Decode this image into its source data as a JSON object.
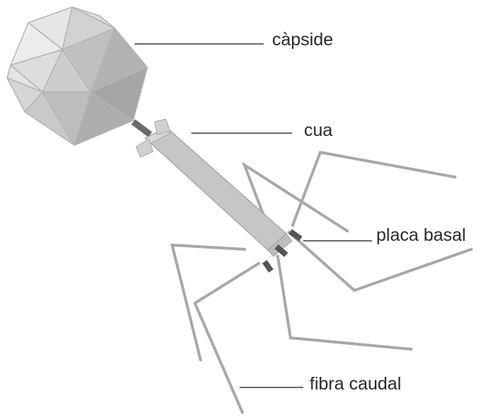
{
  "labels": {
    "capsid": "càpside",
    "tail": "cua",
    "basal_plate": "placa basal",
    "tail_fiber": "fibra caudal"
  },
  "colors": {
    "background": "#ffffff",
    "label_text": "#2a2a2a",
    "leader_line": "#555555",
    "capsid_light": "#e1e1e1",
    "capsid_mid": "#c8c8c8",
    "capsid_dark": "#a9a9a9",
    "tail_sheath": "#c6c6c6",
    "fiber": "#a8a8a8",
    "basal_pins": "#555555"
  }
}
